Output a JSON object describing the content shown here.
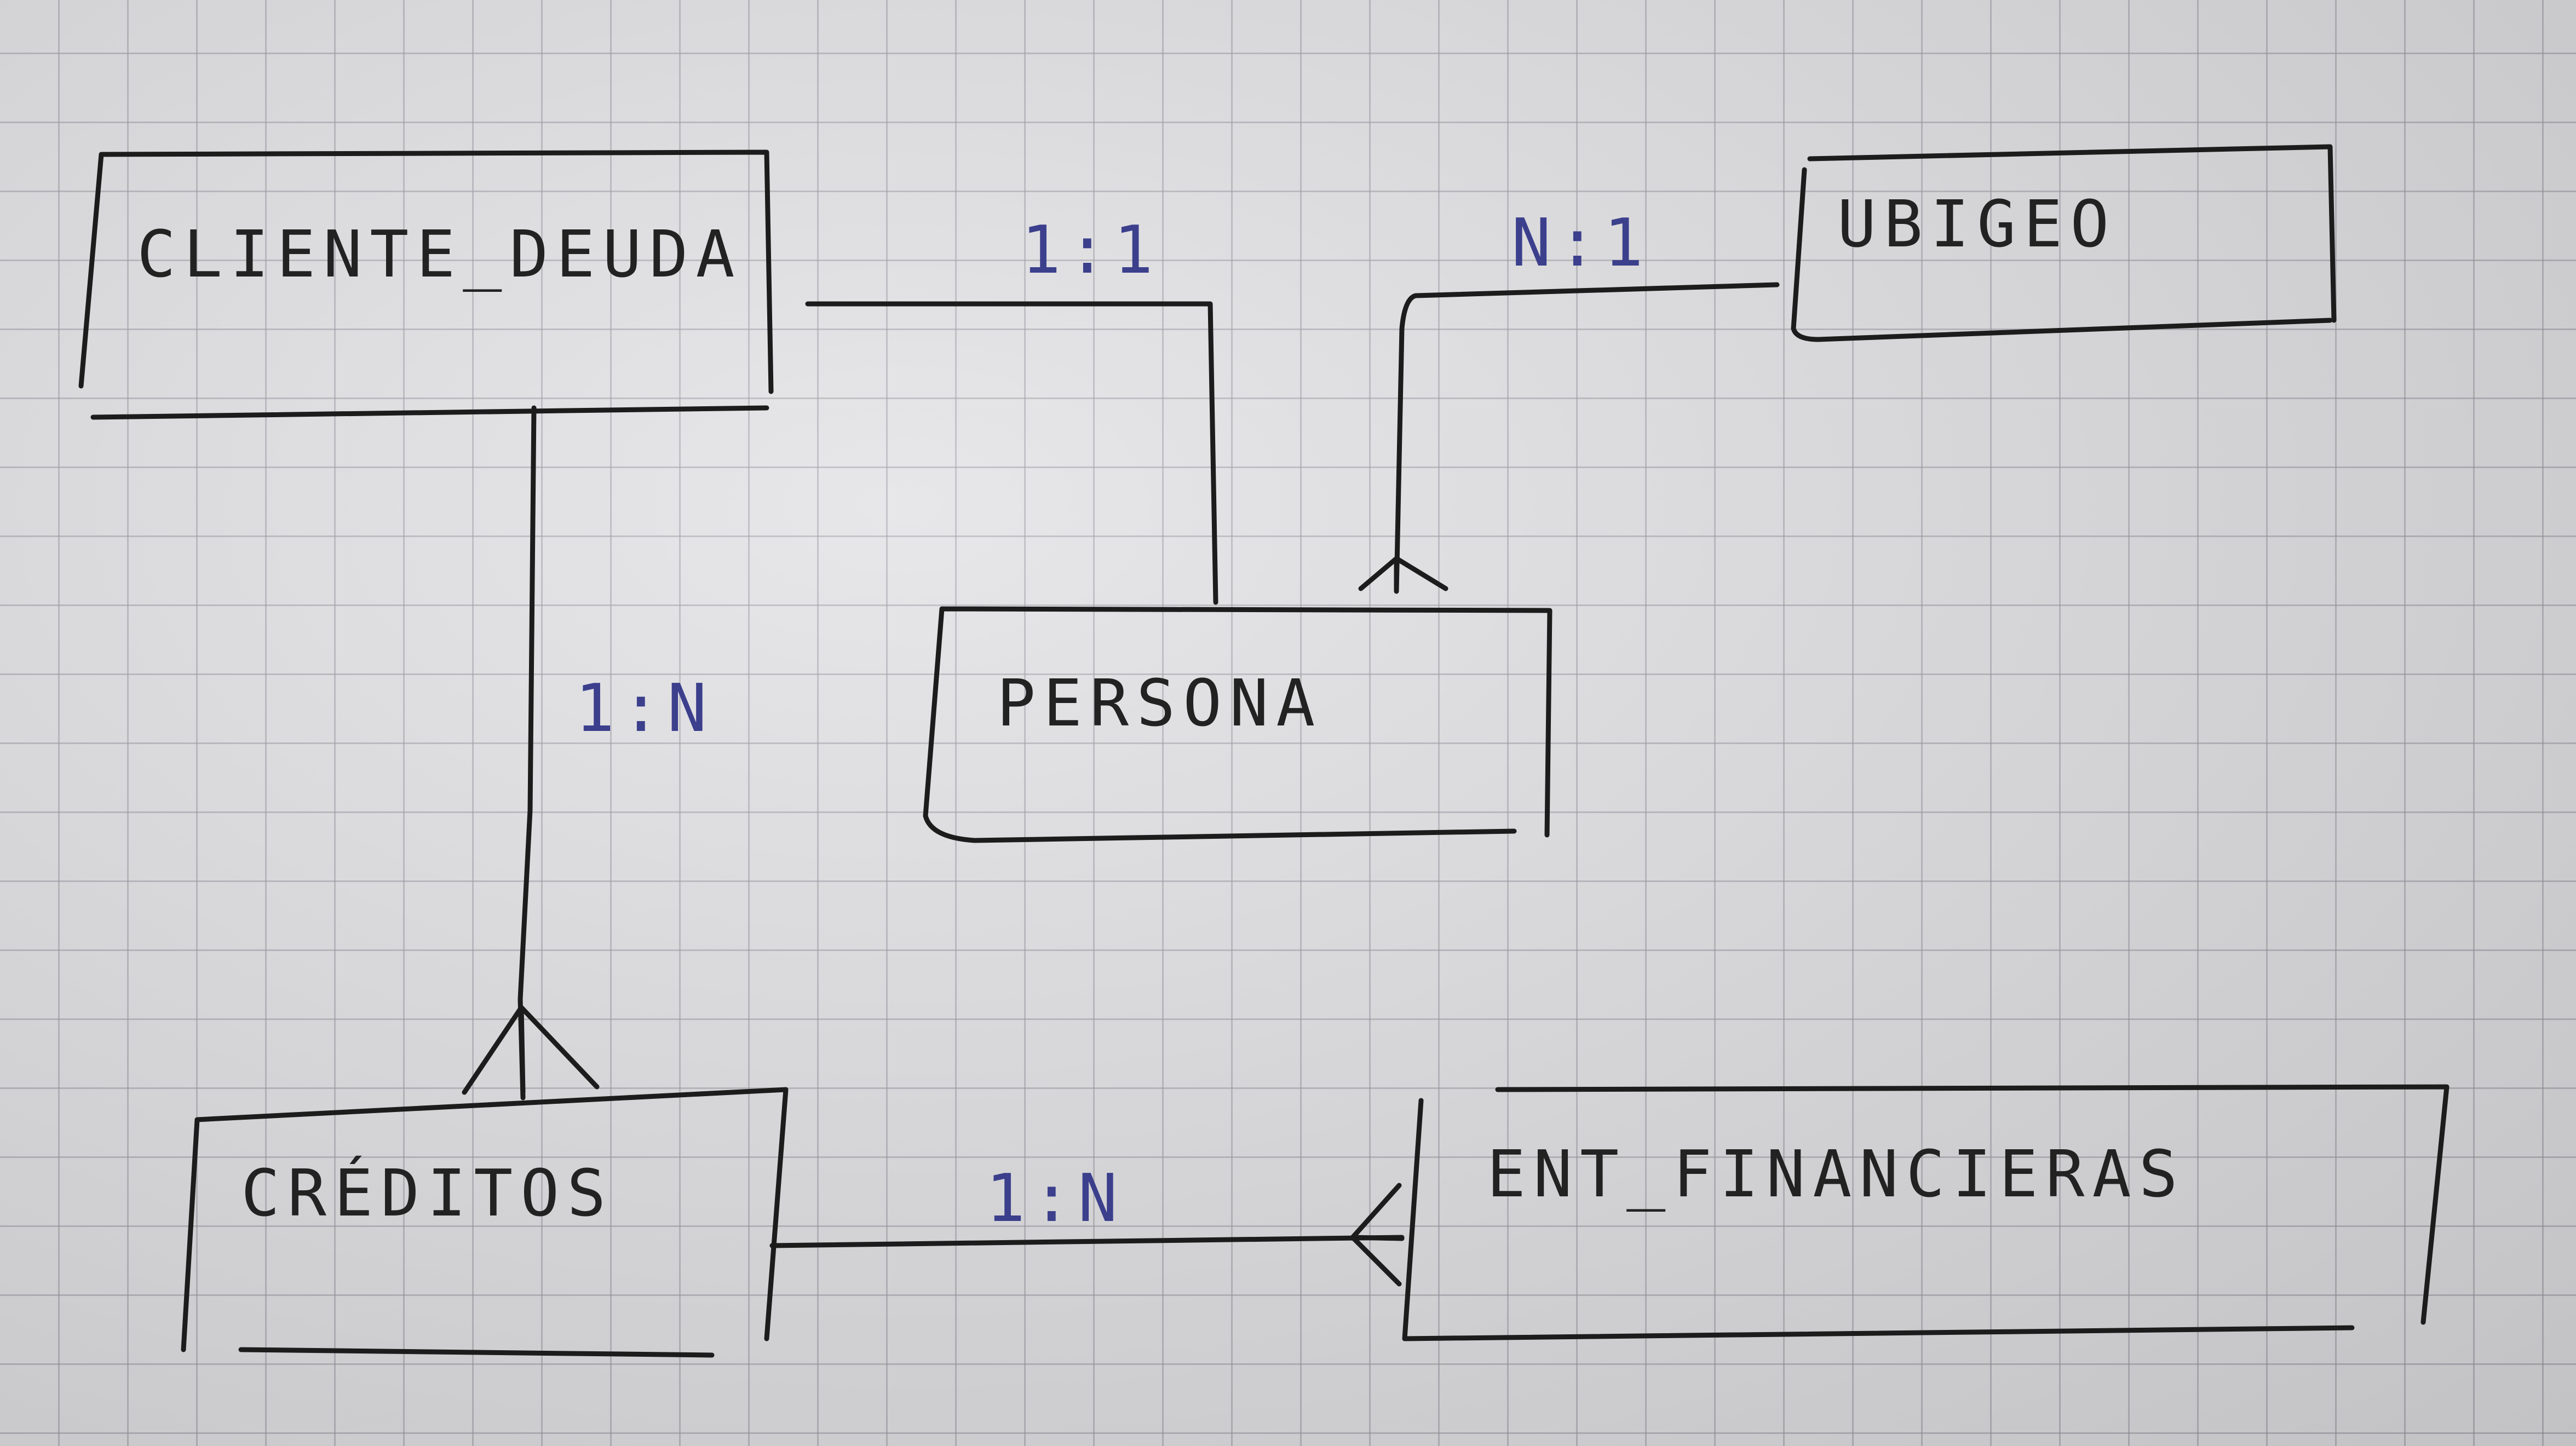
{
  "entities": {
    "cliente_deuda": "CLIENTE_DEUDA",
    "ubigeo": "UBIGEO",
    "persona": "PERSONA",
    "creditos": "CRÉDITOS",
    "ent_financieras": "ENT_FINANCIERAS"
  },
  "relationships": [
    {
      "from": "cliente_deuda",
      "to": "persona",
      "cardinality": "1:1"
    },
    {
      "from": "ubigeo",
      "to": "persona",
      "cardinality": "N:1"
    },
    {
      "from": "cliente_deuda",
      "to": "creditos",
      "cardinality": "1:N"
    },
    {
      "from": "ent_financieras",
      "to": "creditos",
      "cardinality": "1:N"
    }
  ],
  "colors": {
    "ink": "#1c1c1c",
    "cardinality_ink": "#3b3f8c",
    "paper": "#e2e2e5",
    "grid": "#9696a0"
  }
}
